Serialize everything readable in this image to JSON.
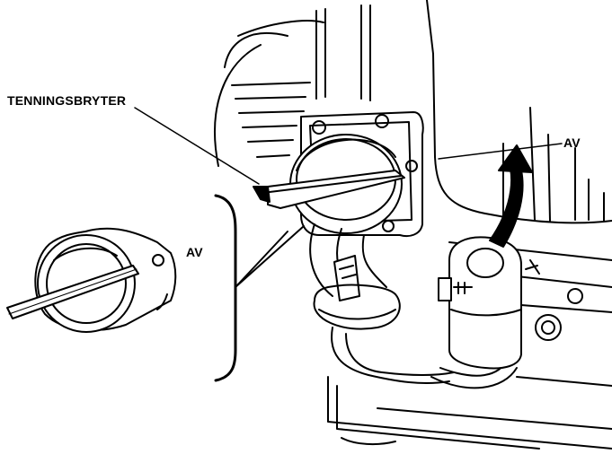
{
  "labels": {
    "ignition_switch": "TENNINGSBRYTER",
    "off_top": "AV",
    "off_inset": "AV"
  },
  "colors": {
    "ink": "#000000",
    "paper": "#ffffff"
  }
}
